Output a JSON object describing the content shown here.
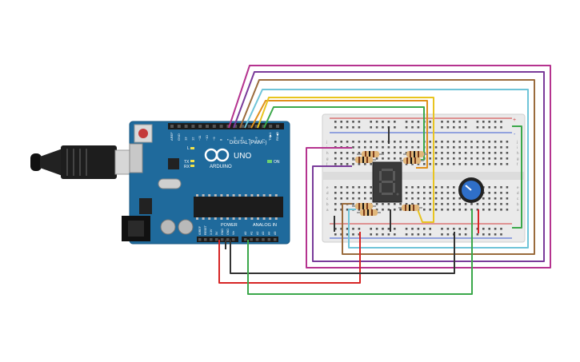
{
  "arduino": {
    "logo_text": "ARDUINO",
    "model": "UNO",
    "digital_header": "DIGITAL (PWM~)",
    "power_header": "POWER",
    "analog_header": "ANALOG IN",
    "on_label": "ON",
    "l_label": "L",
    "tx_label": "TX",
    "rx_label": "RX",
    "top_pins": [
      "AREF",
      "GND",
      "13",
      "12",
      "~11",
      "~10",
      "~9",
      "8",
      "7",
      "~6",
      "~5",
      "4",
      "~3",
      "2",
      "TX▶1",
      "RX◀0"
    ],
    "power_pins": [
      "IOREF",
      "RESET",
      "3.3V",
      "5V",
      "GND",
      "GND",
      "Vin"
    ],
    "analog_pins": [
      "A0",
      "A1",
      "A2",
      "A3",
      "A4",
      "A5"
    ]
  },
  "breadboard": {
    "row_letters_top": [
      "j",
      "i",
      "h",
      "g",
      "f"
    ],
    "row_letters_bottom": [
      "e",
      "d",
      "c",
      "b",
      "a"
    ],
    "plus": "+",
    "minus": "-"
  },
  "wire_colors": {
    "magenta": "#b5338f",
    "purple": "#7a3b9a",
    "brown": "#9a6b3c",
    "cyan": "#6fc4d8",
    "orange": "#e0901c",
    "yellow": "#e8c41f",
    "green": "#3ba84a",
    "red": "#d62525",
    "black": "#333333"
  }
}
